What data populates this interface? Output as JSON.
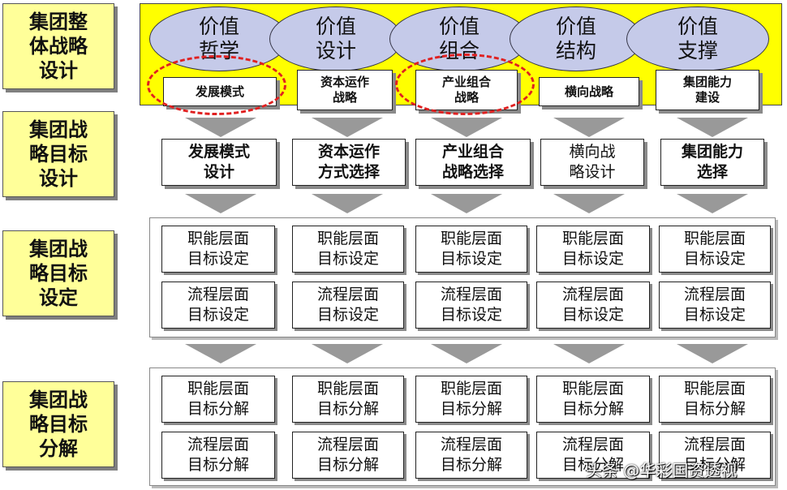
{
  "row_labels": [
    "集团整\n体战略\n设计",
    "集团战\n略目标\n设计",
    "集团战\n略目标\n设定",
    "集团战\n略目标\n分解"
  ],
  "value_ellipses": [
    "价值\n哲学",
    "价值\n设计",
    "价值\n组合",
    "价值\n结构",
    "价值\n支撑"
  ],
  "level1_boxes": [
    "发展模式",
    "资本运作\n战略",
    "产业组合\n战略",
    "横向战略",
    "集团能力\n建设"
  ],
  "level2_boxes": [
    "发展模式\n设计",
    "资本运作\n方式选择",
    "产业组合\n战略选择",
    "横向战\n略设计",
    "集团能力\n选择"
  ],
  "setting_rows": [
    "职能层面\n目标设定",
    "流程层面\n目标设定"
  ],
  "decomp_rows": [
    "职能层面\n目标分解",
    "流程层面\n目标分解"
  ],
  "watermark": "头条 @华彩国资透视",
  "colors": {
    "label_fill": "#ffff99",
    "band_fill": "#ffff00",
    "ellipse_fill": "#c5cae9",
    "arrow": "#999999",
    "highlight": "#e02020"
  }
}
